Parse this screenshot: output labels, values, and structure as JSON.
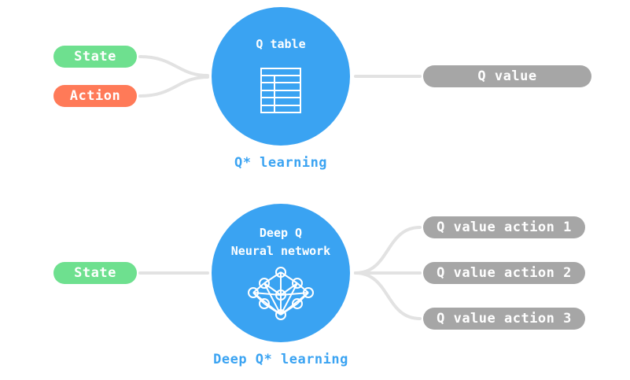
{
  "colors": {
    "node_blue": "#3aa3f2",
    "state_green": "#6ee08f",
    "action_orange": "#ff7a58",
    "output_gray": "#a6a6a6",
    "connector_gray": "#e2e2e2",
    "caption_blue": "#3aa3f2"
  },
  "q_learning": {
    "inputs": [
      "State",
      "Action"
    ],
    "node": {
      "label": "Q table",
      "icon": "table-icon"
    },
    "output": "Q value",
    "caption": "Q* learning"
  },
  "deep_q_learning": {
    "input": "State",
    "node": {
      "label_line1": "Deep Q",
      "label_line2": "Neural network",
      "icon": "neural-network-icon"
    },
    "outputs": [
      "Q value action 1",
      "Q value action 2",
      "Q value action 3"
    ],
    "caption": "Deep Q* learning"
  }
}
